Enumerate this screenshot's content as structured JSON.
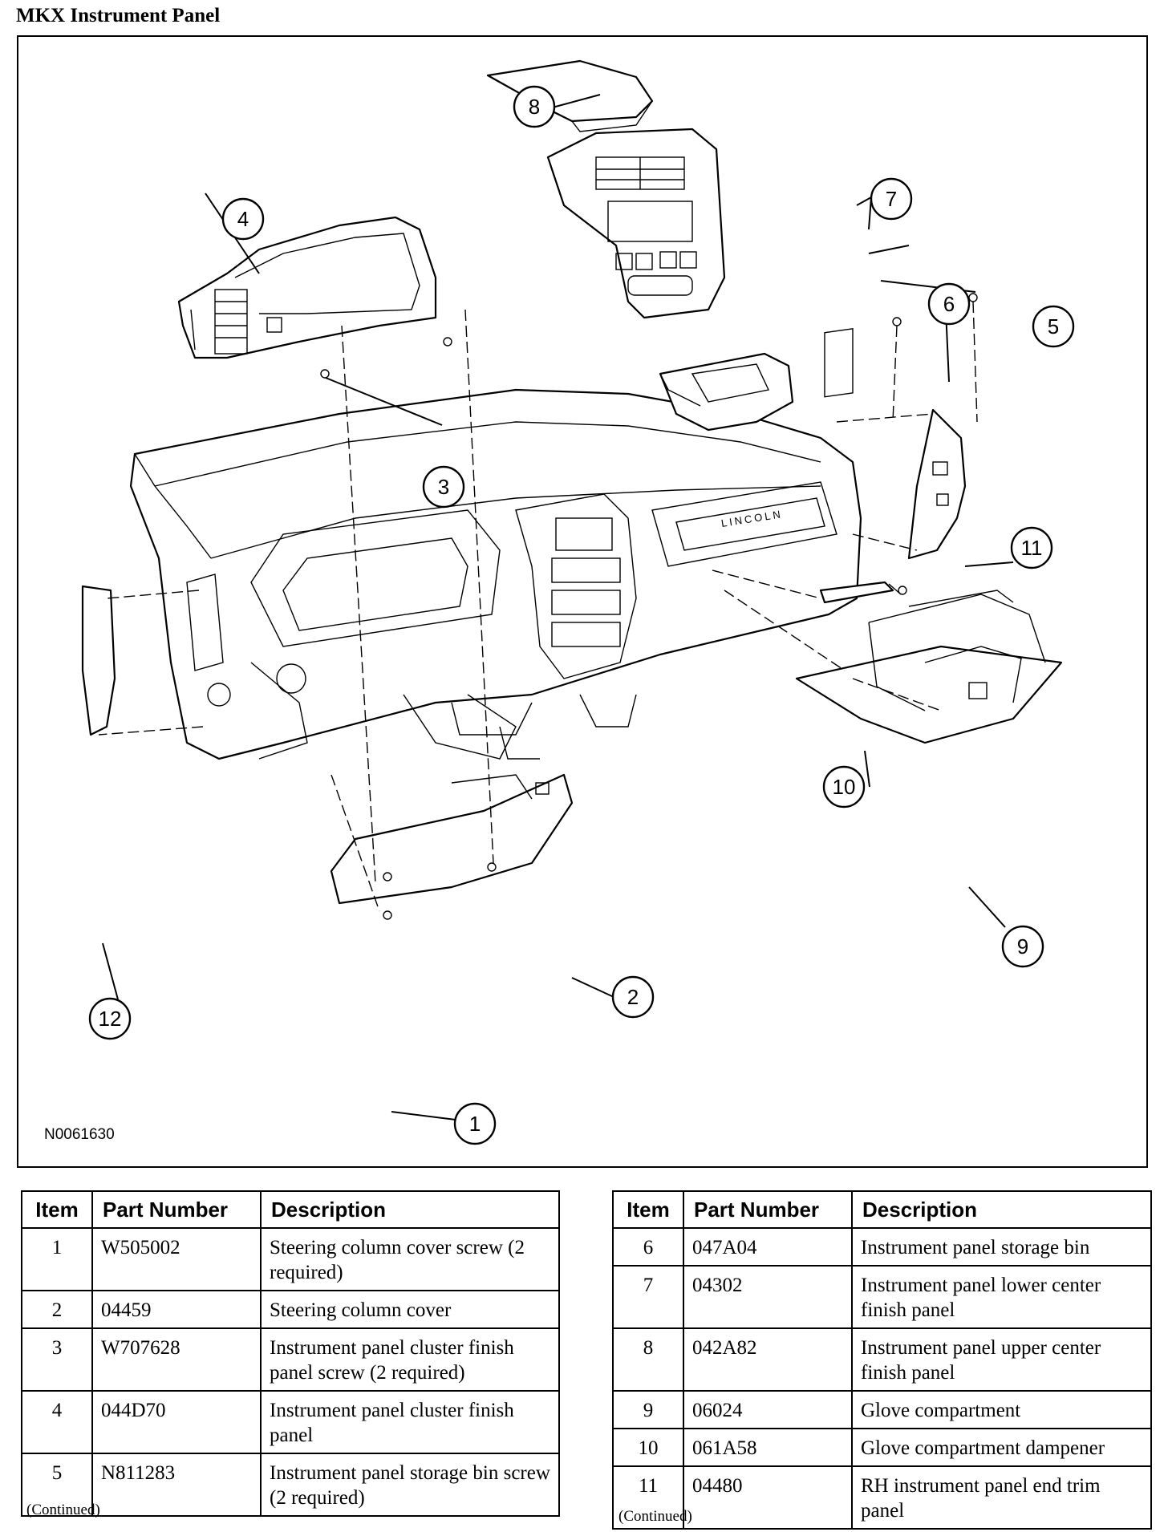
{
  "title": "MKX Instrument Panel",
  "figure_id": "N0061630",
  "brand_text": "LINCOLN",
  "callouts": [
    "1",
    "2",
    "3",
    "4",
    "5",
    "6",
    "7",
    "8",
    "9",
    "10",
    "11",
    "12"
  ],
  "table_headers": {
    "item": "Item",
    "part_number": "Part Number",
    "description": "Description"
  },
  "parts_left": [
    {
      "item": "1",
      "part_number": "W505002",
      "description": "Steering column cover screw (2 required)"
    },
    {
      "item": "2",
      "part_number": "04459",
      "description": "Steering column cover"
    },
    {
      "item": "3",
      "part_number": "W707628",
      "description": "Instrument panel cluster finish panel screw (2 required)"
    },
    {
      "item": "4",
      "part_number": "044D70",
      "description": "Instrument panel cluster finish panel"
    },
    {
      "item": "5",
      "part_number": "N811283",
      "description": "Instrument panel storage bin screw (2 required)"
    }
  ],
  "parts_right": [
    {
      "item": "6",
      "part_number": "047A04",
      "description": "Instrument panel storage bin"
    },
    {
      "item": "7",
      "part_number": "04302",
      "description": "Instrument panel lower center finish panel"
    },
    {
      "item": "8",
      "part_number": "042A82",
      "description": "Instrument panel upper center finish panel"
    },
    {
      "item": "9",
      "part_number": "06024",
      "description": "Glove compartment"
    },
    {
      "item": "10",
      "part_number": "061A58",
      "description": "Glove compartment dampener"
    },
    {
      "item": "11",
      "part_number": "04480",
      "description": "RH instrument panel end trim panel"
    }
  ],
  "continued_left": "(Continued)",
  "continued_right": "(Continued)"
}
